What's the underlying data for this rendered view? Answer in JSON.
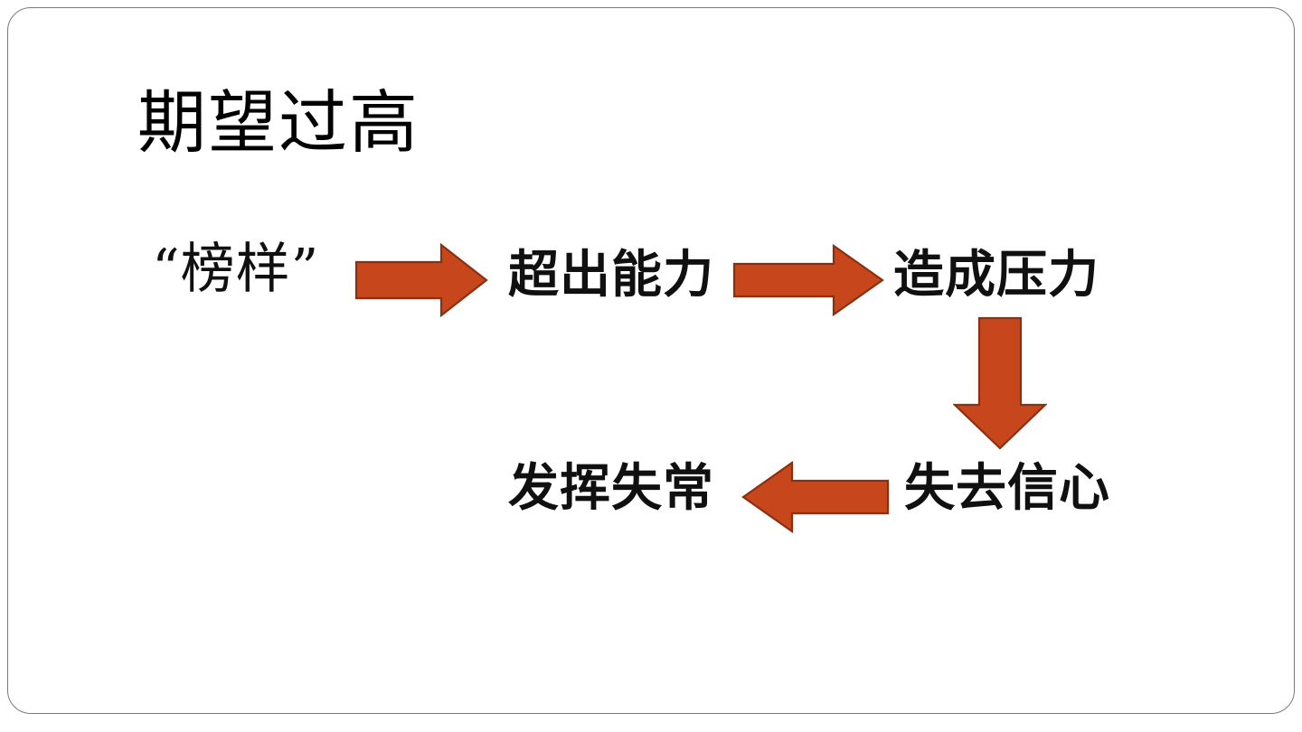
{
  "slide": {
    "title": "期望过高",
    "background_color": "#ffffff",
    "border_color": "#7a7a7a",
    "accent_color": "#c8461c",
    "accent_stroke_color": "#8a3010"
  },
  "flow": {
    "nodes": [
      {
        "id": "role",
        "label": "“榜样”",
        "weight": "light"
      },
      {
        "id": "overload",
        "label": "超出能力",
        "weight": "bold"
      },
      {
        "id": "pressure",
        "label": "造成压力",
        "weight": "bold"
      },
      {
        "id": "perform",
        "label": "发挥失常",
        "weight": "bold"
      },
      {
        "id": "confid",
        "label": "失去信心",
        "weight": "bold"
      }
    ],
    "arrows": [
      {
        "id": "role-to-overload",
        "direction": "right",
        "icon": "arrow-right-icon"
      },
      {
        "id": "overload-to-pressure",
        "direction": "right",
        "icon": "arrow-right-icon"
      },
      {
        "id": "pressure-to-confid",
        "direction": "down",
        "icon": "arrow-down-icon"
      },
      {
        "id": "confid-to-perform",
        "direction": "left",
        "icon": "arrow-left-icon"
      }
    ]
  }
}
